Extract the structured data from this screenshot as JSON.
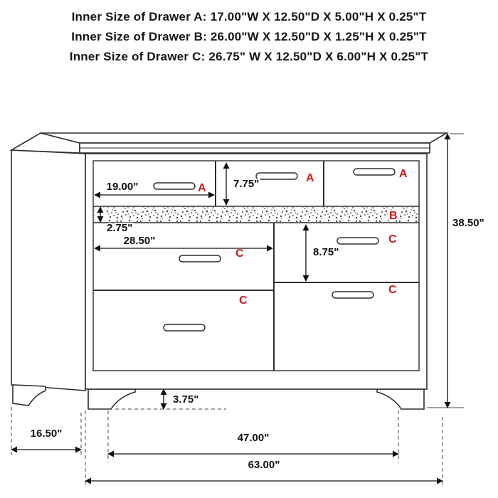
{
  "header": {
    "lines": [
      "Inner Size of Drawer A: 17.00\"W X 12.50\"D X 5.00\"H X 0.25\"T",
      "Inner Size of Drawer B: 26.00\"W X 12.50\"D X 1.25\"H X 0.25\"T",
      "Inner Size of Drawer C: 26.75\" W X 12.50\"D X 6.00\"H X 0.25\"T"
    ]
  },
  "diagram": {
    "subject": "seven-drawer dresser dimension diagram",
    "colors": {
      "accent_red": "#cc1a1a",
      "line": "#2e2e2e",
      "dimension": "#101010",
      "background": "#ffffff"
    },
    "drawers": {
      "a1": "A",
      "a2": "A",
      "a3": "A",
      "b": "B",
      "c_left_top": "C",
      "c_left_bottom": "C",
      "c_right_top": "C",
      "c_right_bottom": "C"
    },
    "dimensions": {
      "drawer_a_width": "19.00\"",
      "drawer_a_height": "7.75\"",
      "drawer_b_front_height": "2.75\"",
      "drawer_c_width": "28.50\"",
      "drawer_c_height": "8.75\"",
      "overall_height": "38.50\"",
      "leg_height": "3.75\"",
      "base_depth": "16.50\"",
      "leg_span": "47.00\"",
      "overall_width": "63.00\""
    }
  }
}
